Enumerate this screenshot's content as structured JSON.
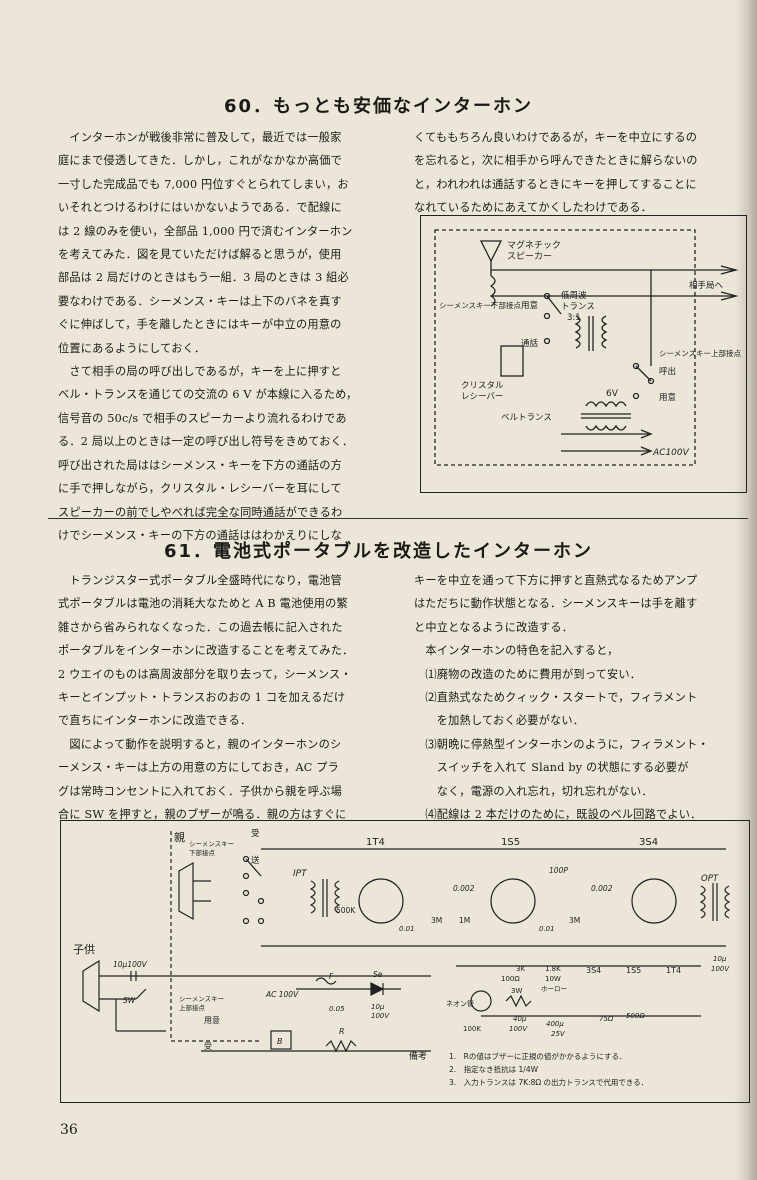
{
  "section60": {
    "title": "60．もっとも安価なインターホン",
    "left_text": "　インターホンが戦後非常に普及して，最近では一般家\n庭にまで侵透してきた．しかし，これがなかなか高価で\n一寸した完成品でも 7,000 円位すぐとられてしまい，お\nいそれとつけるわけにはいかないようである．で配線に\nは 2 線のみを使い，全部品 1,000 円で済むインターホン\nを考えてみた．図を見ていただけば解ると思うが，使用\n部品は 2 局だけのときはもう一組．3 局のときは 3 組必\n要なわけである．シーメンス・キーは上下のバネを真す\nぐに伸ばして，手を離したときにはキーが中立の用意の\n位置にあるようにしておく．\n　さて相手の局の呼び出しであるが，キーを上に押すと\nベル・トランスを通じての交流の 6 V が本線に入るため，\n信号音の 50c/s で相手のスピーカーより流れるわけであ\nる．2 局以上のときは一定の呼び出し符号をきめておく．\n呼び出された局ははシーメンス・キーを下方の通話の方\nに手で押しながら，クリスタル・レシーバーを耳にして\nスピーカーの前でしやべれば完全な同時通話ができるわ\nけでシーメンス・キーの下方の通話ははわかえりにしな",
    "right_text": "くてももちろん良いわけであるが，キーを中立にするの\nを忘れると，次に相手から呼んできたときに解らないの\nと，われわれは通話するときにキーを押してすることに\nなれているためにあえてかくしたわけである．",
    "diagram": {
      "magnetic_speaker": "マグネチック",
      "magnetic_speaker2": "スピーカー",
      "to_other": "相手局へ",
      "lower_contact": "シーメンスキー下部接点",
      "yoi": "用意",
      "tsuwa": "通話",
      "low_freq_trans": "低周波",
      "trans": "トランス",
      "ratio": "3:1",
      "crystal": "クリスタル",
      "receiver": "レシーバー",
      "upper_contact": "シーメンスキー上部接点",
      "yobidashi": "呼出",
      "yoi2": "用意",
      "v6": "6V",
      "bell_trans": "ベルトランス",
      "ac100": "AC100V"
    }
  },
  "section61": {
    "title": "61．電池式ポータブルを改造したインターホン",
    "left_text": "　トランジスター式ポータブル全盛時代になり，電池管\n式ポータブルは電池の消耗大なためと A B 電池使用の繁\n雑さから省みられなくなった．この過去帳に記入された\nポータブルをインターホンに改造することを考えてみた．\n2 ウエイのものは高周波部分を取り去って，シーメンス・\nキーとインプット・トランスおのおの 1 コを加えるだけ\nで直ちにインターホンに改造できる．\n　図によって動作を説明すると，親のインターホンのシ\nーメンス・キーは上方の用意の方にしておき，AC プラ\nグは常時コンセントに入れておく．子供から親を呼ぶ場\n合に SW を押すと，親のブザーが鳴る．親の方はすぐに",
    "right_text": "キーを中立を通って下方に押すと直熱式なるためアンプ\nはただちに動作状態となる．シーメンスキーは手を離す\nと中立となるように改造する．\n　本インターホンの特色を記入すると，\n　⑴廃物の改造のために費用が到って安い．\n　⑵直熱式なためクィック・スタートで，フィラメント\n　　を加熱しておく必要がない．\n　⑶朝晩に停熱型インターホンのように，フィラメント・\n　　スイッチを入れて Sland by の状態にする必要が\n　　なく，電源の入れ忘れ，切れ忘れがない．\n　⑷配線は 2 本だけのために，既設のベル回路でよい．",
    "schematic": {
      "oya": "親",
      "kodomo": "子供",
      "uke": "受",
      "sou": "送",
      "lower_contact": "シーメンスキー",
      "lower_contact2": "下部接点",
      "upper_contact": "シーメンスキー",
      "upper_contact2": "上部接点",
      "yoi": "用意",
      "uke2": "受",
      "ipt": "IPT",
      "opt": "OPT",
      "t1": "1T4",
      "t2": "1S5",
      "t3": "3S4",
      "r500k": "500K",
      "c002a": "0.002",
      "c002b": "0.002",
      "c100p": "100P",
      "c01a": "0.01",
      "c01b": "0.01",
      "r3m": "3M",
      "r1m": "1M",
      "r3m2": "3M",
      "cap10u": "10μ100V",
      "sw": "SW",
      "ac100": "AC 100V",
      "f": "F",
      "se": "Se",
      "c005": "0.05",
      "c10u": "10μ",
      "c100v": "100V",
      "r3k": "3K",
      "r100": "100Ω",
      "w3": "3W",
      "r18k": "1.8K",
      "w10": "10W",
      "horo": "ホーロー",
      "neon": "ネオン管",
      "r100k": "100K",
      "c40u": "40μ",
      "c40v": "100V",
      "c400u": "400μ",
      "c25v": "25V",
      "r75": "75Ω",
      "r500": "500Ω",
      "b": "B",
      "r": "R",
      "h3s4": "3S4",
      "h1s5": "1S5",
      "h1t4": "1T4",
      "c10uo": "10μ",
      "c100vo": "100V",
      "remarks_label": "備考",
      "note1": "1.　Rの値はブザーに正規の値がかかるようにする．",
      "note2": "2.　指定なき抵抗は 1/4W",
      "note3": "3.　入力トランスは 7K:8Ω の出力トランスで代用できる．"
    }
  },
  "page_number": "36"
}
